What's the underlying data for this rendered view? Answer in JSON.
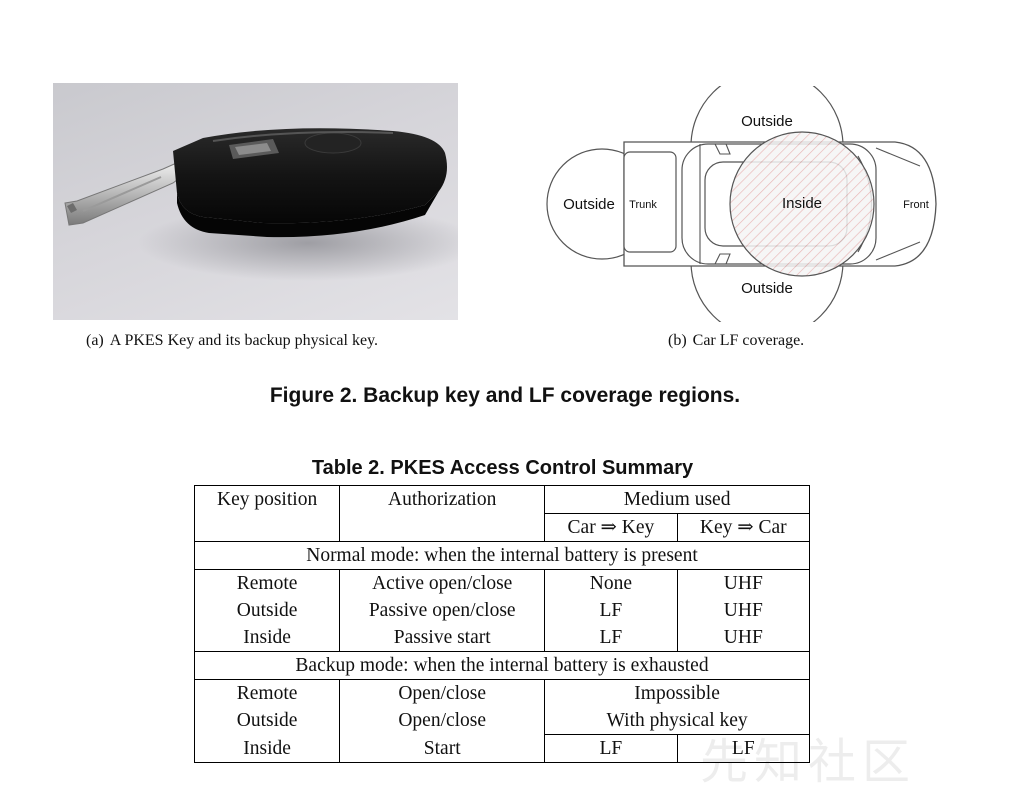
{
  "figure": {
    "subcaption_a": {
      "label": "(a)",
      "text": "A PKES Key and its backup physical key."
    },
    "subcaption_b": {
      "label": "(b)",
      "text": "Car LF coverage."
    },
    "caption": "Figure 2. Backup key and LF coverage regions.",
    "diagram_labels": {
      "outside_top": "Outside",
      "outside_left": "Outside",
      "outside_bottom": "Outside",
      "trunk": "Trunk",
      "inside": "Inside",
      "front": "Front"
    }
  },
  "table": {
    "caption": "Table 2. PKES Access Control Summary",
    "headers": {
      "key_position": "Key position",
      "authorization": "Authorization",
      "medium_used": "Medium used",
      "car_to_key": "Car ⇒ Key",
      "key_to_car": "Key ⇒ Car"
    },
    "sections": [
      {
        "title": "Normal mode: when the internal battery is present",
        "rows": [
          {
            "position": "Remote",
            "authorization": "Active open/close",
            "car_to_key": "None",
            "key_to_car": "UHF"
          },
          {
            "position": "Outside",
            "authorization": "Passive open/close",
            "car_to_key": "LF",
            "key_to_car": "UHF"
          },
          {
            "position": "Inside",
            "authorization": "Passive start",
            "car_to_key": "LF",
            "key_to_car": "UHF"
          }
        ]
      },
      {
        "title": "Backup mode: when the internal battery is exhausted",
        "rows": [
          {
            "position": "Remote",
            "authorization": "Open/close",
            "medium": "Impossible"
          },
          {
            "position": "Outside",
            "authorization": "Open/close",
            "medium": "With physical key"
          },
          {
            "position": "Inside",
            "authorization": "Start",
            "car_to_key": "LF",
            "key_to_car": "LF"
          }
        ]
      }
    ]
  },
  "watermark": "先知社区"
}
